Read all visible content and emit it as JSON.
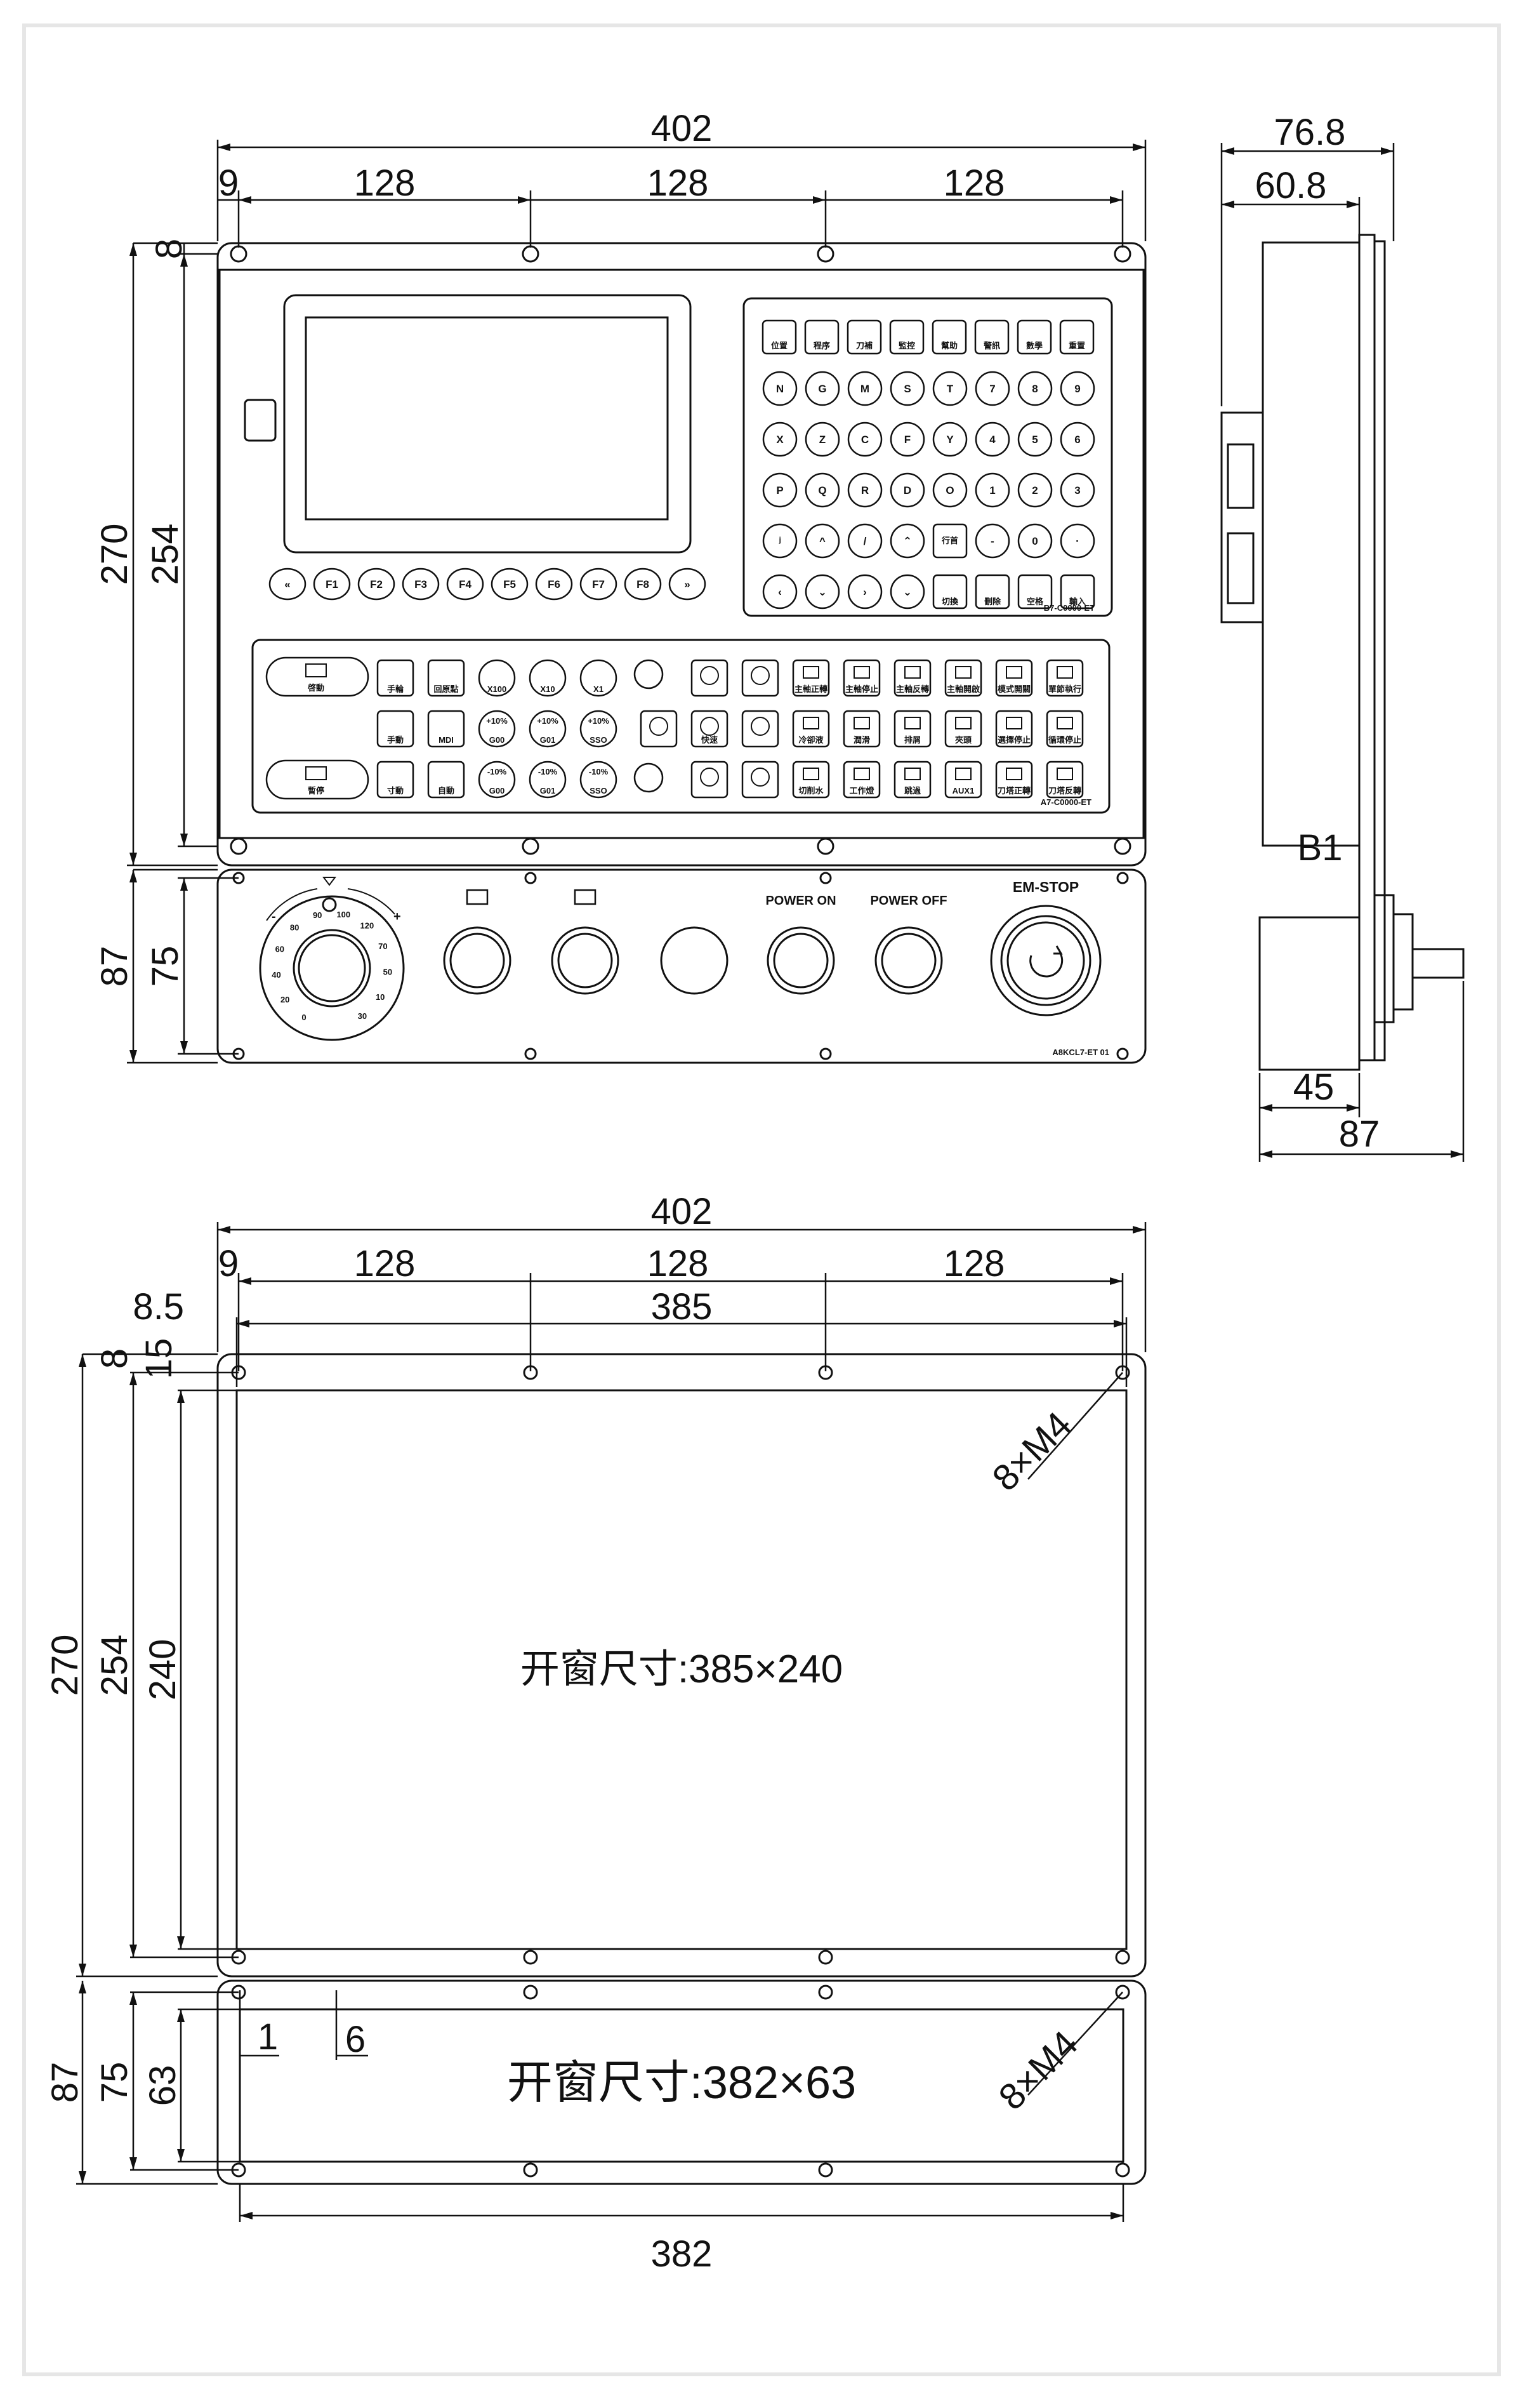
{
  "top_dims": {
    "overall_width": "402",
    "edge_offset": "9",
    "pitches": [
      "128",
      "128",
      "128"
    ],
    "top_margin": "8",
    "overall_height": "270",
    "inner_height": "254",
    "lower_height": "87",
    "lower_inner_height": "75"
  },
  "side_dims": {
    "depth_total": "76.8",
    "depth_body": "60.8",
    "model_label": "B1",
    "lower_depth_body": "45",
    "lower_depth_total": "87"
  },
  "panel": {
    "function_keys": [
      "«",
      "F1",
      "F2",
      "F3",
      "F4",
      "F5",
      "F6",
      "F7",
      "F8",
      "»"
    ],
    "keypad_top": [
      "位置",
      "程序",
      "刀補",
      "監控",
      "幫助",
      "警訊",
      "數學",
      "重置"
    ],
    "keypad_rows": [
      [
        "N",
        "G",
        "M",
        "S",
        "T",
        "7",
        "8",
        "9"
      ],
      [
        "X",
        "Z",
        "C",
        "F",
        "Y",
        "4",
        "5",
        "6"
      ],
      [
        "P",
        "Q",
        "R",
        "D",
        "O",
        "1",
        "2",
        "3"
      ],
      [
        "ʲ",
        "^",
        "/",
        "⌃",
        "行首",
        "-",
        "0",
        "·"
      ],
      [
        "‹",
        "⌄",
        "›",
        "⌄",
        "切換",
        "刪除",
        "空格",
        "輸入"
      ]
    ],
    "keypad_model": "B7-C0000-ET",
    "op_model": "A7-C0000-ET",
    "op_left_labels": [
      "啓動",
      "暫停"
    ],
    "op_row1": [
      "手輪",
      "回原點",
      "X100",
      "X10",
      "X1"
    ],
    "op_row2": [
      "手動",
      "MDI",
      "+10% G00",
      "+10% G01",
      "+10% SSO"
    ],
    "op_row3": [
      "寸動",
      "自動",
      "-10% G00",
      "-10% G01",
      "-10% SSO"
    ],
    "op_right_row1": [
      "主軸正轉",
      "主軸停止",
      "主軸反轉",
      "主軸開啟",
      "模式開關",
      "單節執行"
    ],
    "op_right_row2": [
      "冷卻液",
      "潤滑",
      "排屑",
      "夾頭",
      "選擇停止",
      "循環停止"
    ],
    "op_right_row3": [
      "切削水",
      "工作燈",
      "跳過",
      "AUX1",
      "刀塔正轉",
      "刀塔反轉"
    ],
    "op_mid_labels": [
      "快速"
    ],
    "lower_labels": [
      "POWER ON",
      "POWER OFF",
      "EM-STOP"
    ],
    "lower_model": "A8KCL7-ET 01",
    "dial_ticks": [
      "0",
      "20",
      "40",
      "60",
      "80",
      "90",
      "100",
      "120",
      "70",
      "50",
      "10",
      "30"
    ],
    "dial_signs": [
      "-",
      "+"
    ]
  },
  "cutout": {
    "overall_width": "402",
    "edge_offset": "9",
    "pitches": [
      "128",
      "128",
      "128"
    ],
    "inner_offset": "8.5",
    "inner_width": "385",
    "top_margin_a": "8",
    "top_margin_b": "15",
    "h270": "270",
    "h254": "254",
    "h240": "240",
    "window_label": "开窗尺寸:385×240",
    "screw_label_upper": "8×M4",
    "lower_h87": "87",
    "lower_h75": "75",
    "lower_h63": "63",
    "small_1": "1",
    "small_6": "6",
    "window_label_lower": "开窗尺寸:382×63",
    "screw_label_lower": "8×M4",
    "bottom_width": "382"
  }
}
